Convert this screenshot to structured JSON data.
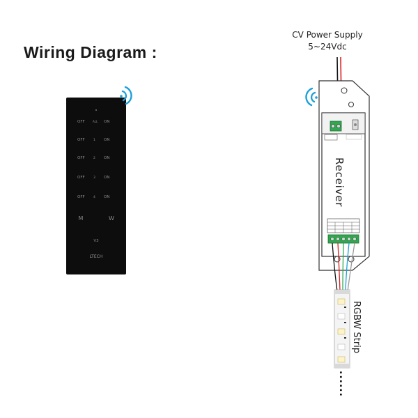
{
  "title": "Wiring Diagram :",
  "power_supply": {
    "line1": "CV Power Supply",
    "line2": "5~24Vdc"
  },
  "receiver_label": "Receiver",
  "strip_label": "RGBW Strip",
  "strip_continuation": "......",
  "remote": {
    "rows": [
      {
        "off": "OFF",
        "index": "ALL",
        "on": "ON"
      },
      {
        "off": "OFF",
        "index": "1",
        "on": "ON"
      },
      {
        "off": "OFF",
        "index": "2",
        "on": "ON"
      },
      {
        "off": "OFF",
        "index": "3",
        "on": "ON"
      },
      {
        "off": "OFF",
        "index": "4",
        "on": "ON"
      }
    ],
    "mode_left": "M",
    "mode_right": "W",
    "model": "V3",
    "brand": "LTECH"
  },
  "colors": {
    "remote_body": "#0d0d0d",
    "remote_text": "#8c8c8c",
    "wifi_blue": "#1ba0d8",
    "terminal_green": "#2fa84f",
    "wire_red": "#d82020",
    "wire_black": "#111111"
  }
}
